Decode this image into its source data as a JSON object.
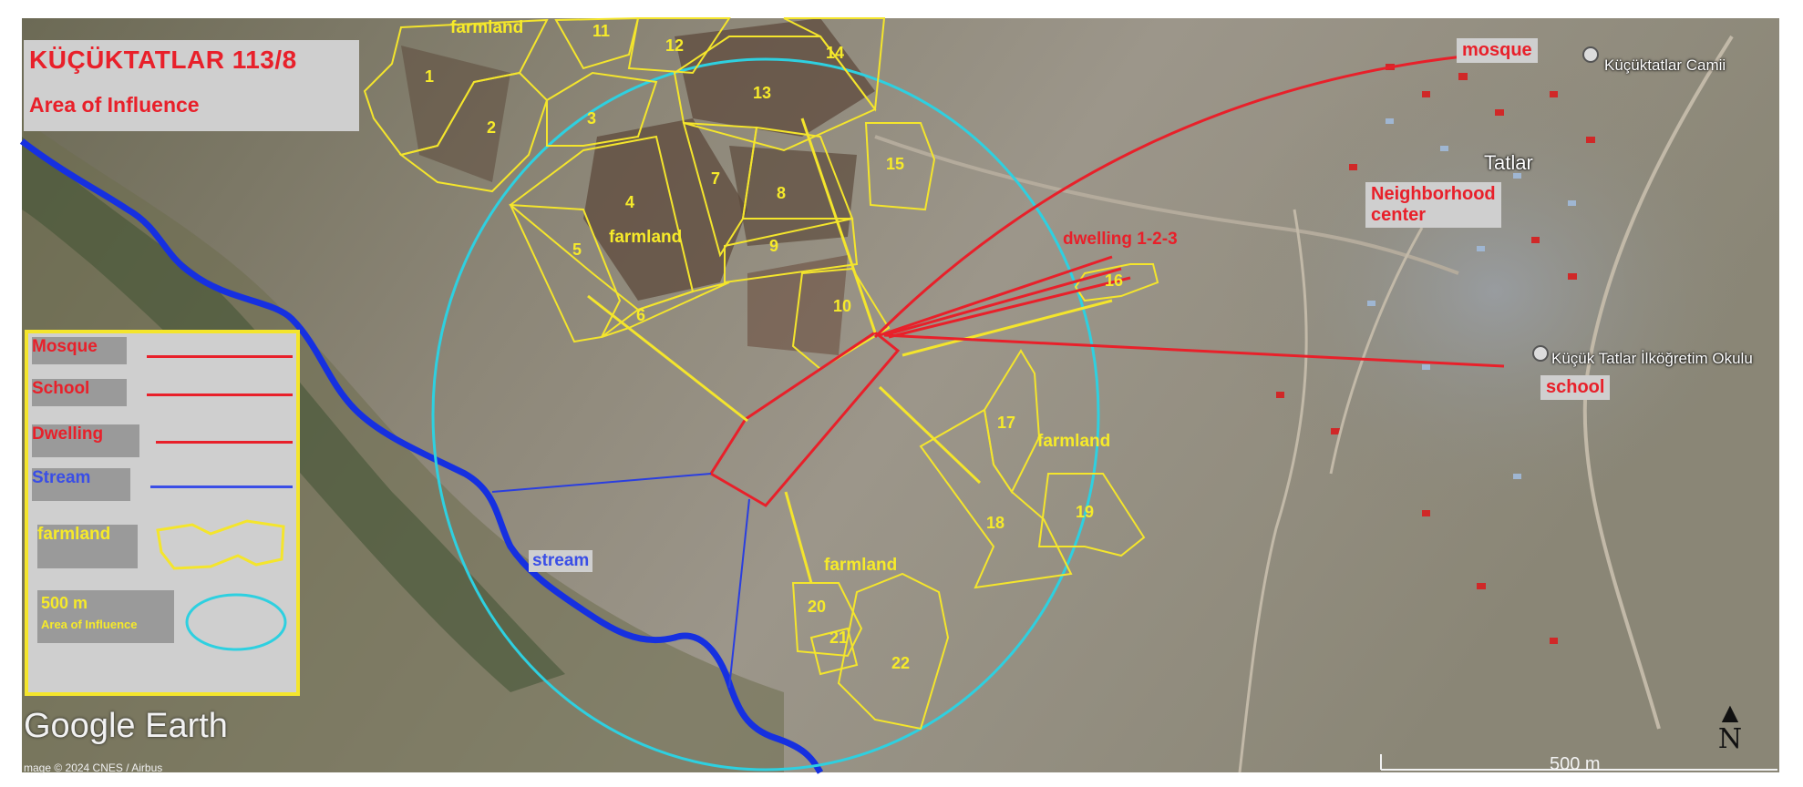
{
  "title": {
    "name": "KÜÇÜKTATLAR 113/8",
    "subtitle": "Area of Influence"
  },
  "legend": {
    "mosque": "Mosque",
    "school": "School",
    "dwelling": "Dwelling",
    "stream": "Stream",
    "farmland": "farmland",
    "radius": "500 m",
    "radius_caption": "Area of Influence"
  },
  "labels": {
    "farmland": "farmland",
    "stream": "stream",
    "dwelling": "dwelling 1-2-3",
    "mosque": "mosque",
    "school": "school",
    "neighborhood_line1": "Neighborhood",
    "neighborhood_line2": "center",
    "village": "Tatlar",
    "mosque_poi": "Küçüktatlar Camii",
    "school_poi": "Küçük Tatlar İlköğretim Okulu"
  },
  "parcels": [
    "1",
    "2",
    "3",
    "4",
    "5",
    "6",
    "7",
    "8",
    "9",
    "10",
    "11",
    "12",
    "13",
    "14",
    "15",
    "16",
    "17",
    "18",
    "19",
    "20",
    "21",
    "22"
  ],
  "branding": {
    "logo": "Google Earth",
    "credit": "mage © 2024 CNES / Airbus",
    "scale": "500 m",
    "north": "N"
  },
  "colors": {
    "red": "#e8202a",
    "yellow": "#f4e52c",
    "cyan": "#2ed0e0",
    "blue": "#1630e0",
    "label_yellow": "#f6ea2a"
  }
}
